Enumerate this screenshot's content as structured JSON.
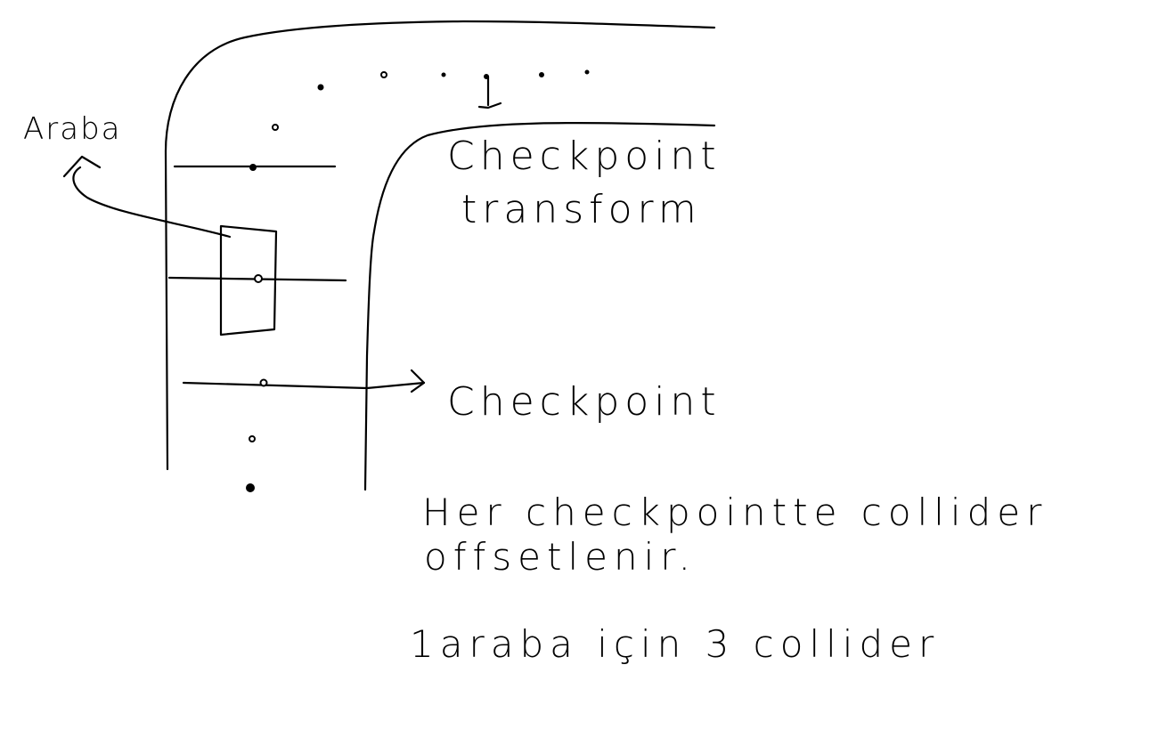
{
  "labels": {
    "araba": "Araba",
    "checkpoint_transform_line1": "Checkpoint",
    "checkpoint_transform_line2": "transform",
    "checkpoint": "Checkpoint",
    "note_line1": "Her checkpointte collider",
    "note_line2": "offsetlenir.",
    "note_line3": "1araba için 3 collider"
  },
  "colors": {
    "ink": "#000000",
    "paper": "#ffffff"
  }
}
